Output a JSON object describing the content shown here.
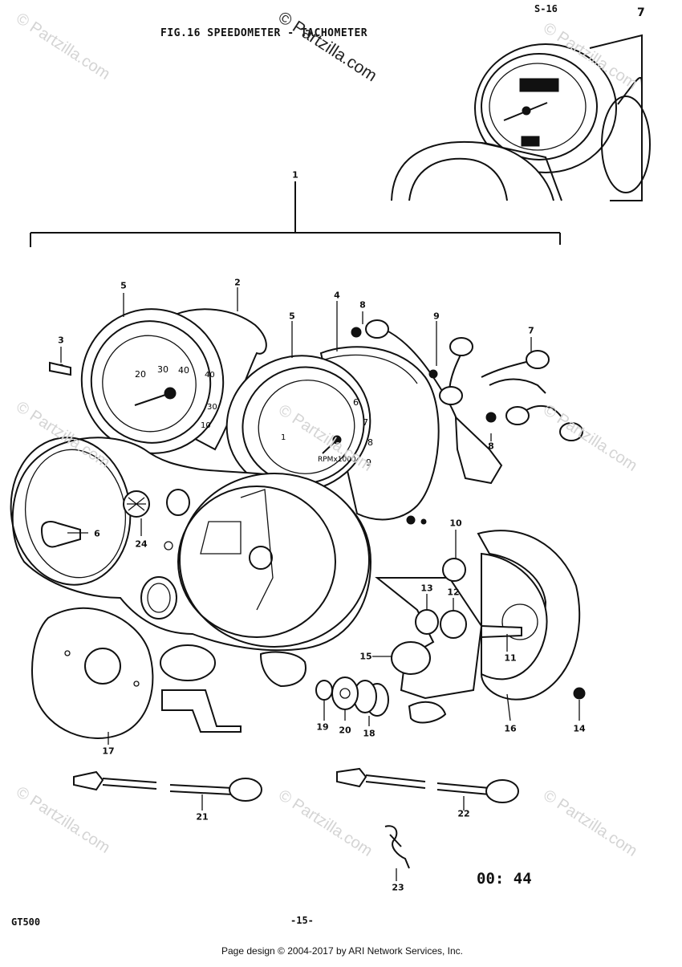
{
  "header": {
    "fig_title": "FIG.16  SPEEDOMETER - TACHOMETER",
    "ref_label": "S-16",
    "ref_num": "7"
  },
  "watermarks": {
    "top": "© Partzilla.com",
    "faint": "© Partzilla.com"
  },
  "assembly_label": "1",
  "callouts": [
    "2",
    "3",
    "4",
    "5",
    "5",
    "6",
    "7",
    "8",
    "8",
    "9",
    "10",
    "11",
    "12",
    "13",
    "14",
    "15",
    "16",
    "17",
    "18",
    "19",
    "20",
    "21",
    "22",
    "23",
    "24"
  ],
  "footer": {
    "model": "GT500",
    "page": "-15-",
    "handwritten": "00: 44",
    "copyright": "Page design © 2004-2017 by ARI Network Services, Inc."
  }
}
